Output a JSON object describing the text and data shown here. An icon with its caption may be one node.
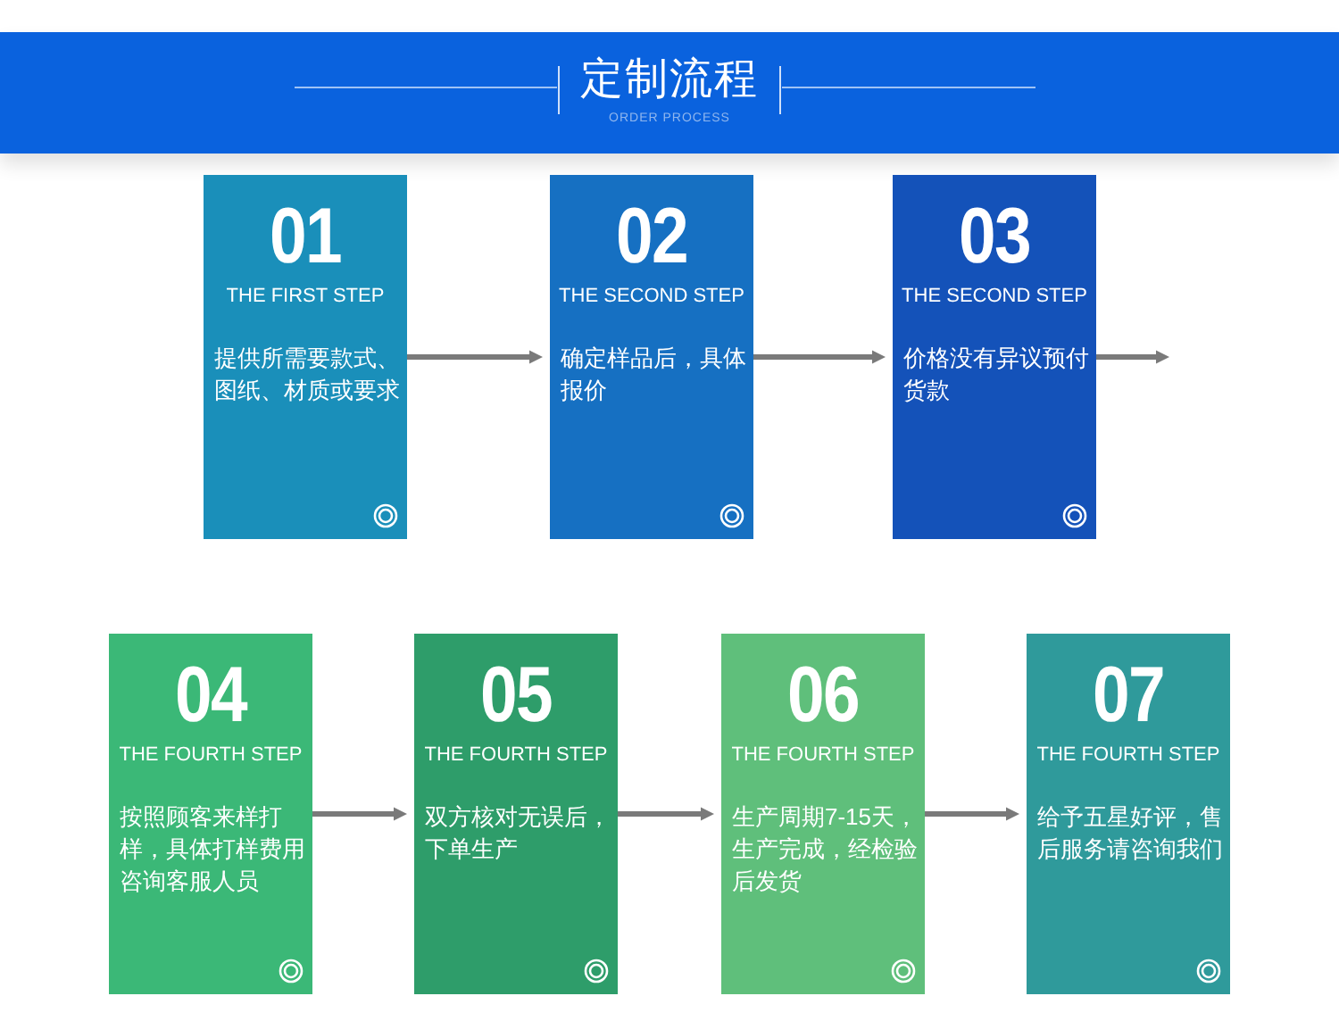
{
  "diagram": {
    "title": "定制流程",
    "nodes": [
      {
        "text": [
          "01",
          "THE FIRST STEP",
          "提供所需要款式、图纸、材质或要求"
        ]
      },
      {
        "text": [
          "02",
          "THE SECOND STEP",
          "确定样品后，具体报价"
        ]
      },
      {
        "text": [
          "03",
          "THE SECOND STEP",
          "价格没有异议预付货款"
        ]
      },
      {
        "text": [
          "04",
          "THE FOURTH STEP",
          "按照顾客来样打样，具体打样费用咨询客服人员"
        ]
      },
      {
        "text": [
          "05",
          "THE FOURTH STEP",
          "双方核对无误后，下单生产"
        ]
      },
      {
        "text": [
          "06",
          "THE FOURTH STEP",
          "生产周期7-15天，生产完成，经检验后发货"
        ]
      },
      {
        "text": [
          "07",
          "THE FOURTH STEP",
          "给予五星好评，售后服务请咨询我们"
        ]
      }
    ],
    "edges": [
      {
        "from": 0,
        "to": 1,
        "arrow": "to"
      },
      {
        "from": 1,
        "to": 2,
        "arrow": "to"
      },
      {
        "from": 2,
        "to": null,
        "arrow": "to"
      },
      {
        "from": 3,
        "to": 4,
        "arrow": "to"
      },
      {
        "from": 4,
        "to": 5,
        "arrow": "to"
      },
      {
        "from": 5,
        "to": 6,
        "arrow": "to"
      }
    ],
    "labels": [
      "ORDER PROCESS"
    ]
  }
}
